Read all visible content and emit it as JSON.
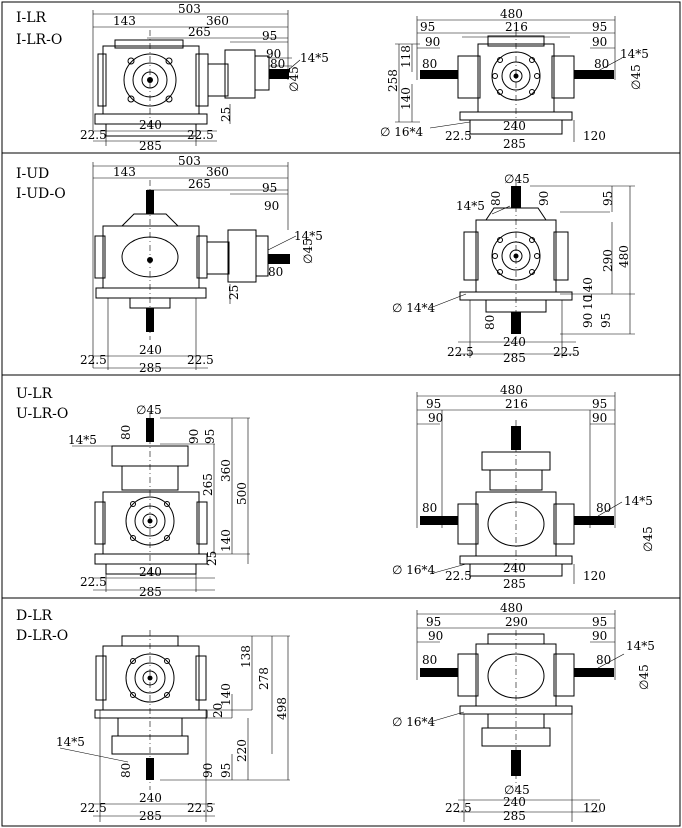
{
  "panels": [
    {
      "label1": "I-LR",
      "label2": "I-LR-O",
      "left": {
        "dims": [
          "503",
          "143",
          "360",
          "265",
          "95",
          "90",
          "80",
          "14*5",
          "∅45",
          "25",
          "240",
          "22.5",
          "22.5",
          "285"
        ]
      },
      "right": {
        "dims": [
          "480",
          "95",
          "216",
          "95",
          "90",
          "90",
          "118",
          "258",
          "140",
          "80",
          "80",
          "14*5",
          "∅45",
          "∅ 16*4",
          "240",
          "22.5",
          "285",
          "120"
        ]
      }
    },
    {
      "label1": "I-UD",
      "label2": "I-UD-O",
      "left": {
        "dims": [
          "503",
          "143",
          "360",
          "265",
          "95",
          "90",
          "14*5",
          "∅45",
          "80",
          "25",
          "240",
          "22.5",
          "22.5",
          "285"
        ]
      },
      "right": {
        "dims": [
          "∅45",
          "80",
          "90",
          "95",
          "14*5",
          "290",
          "480",
          "140",
          "10",
          "∅ 14*4",
          "80",
          "90",
          "95",
          "240",
          "22.5",
          "22.5",
          "285"
        ]
      }
    },
    {
      "label1": "U-LR",
      "label2": "U-LR-O",
      "left": {
        "dims": [
          "∅45",
          "14*5",
          "80",
          "90",
          "95",
          "265",
          "360",
          "500",
          "140",
          "25",
          "240",
          "22.5",
          "285"
        ]
      },
      "right": {
        "dims": [
          "480",
          "95",
          "216",
          "95",
          "90",
          "90",
          "80",
          "80",
          "14*5",
          "∅45",
          "∅ 16*4",
          "240",
          "22.5",
          "285",
          "120"
        ]
      }
    },
    {
      "label1": "D-LR",
      "label2": "D-LR-O",
      "left": {
        "dims": [
          "138",
          "278",
          "140",
          "20",
          "498",
          "220",
          "14*5",
          "80",
          "90",
          "95",
          "240",
          "22.5",
          "22.5",
          "285"
        ]
      },
      "right": {
        "dims": [
          "480",
          "95",
          "290",
          "95",
          "90",
          "90",
          "80",
          "80",
          "14*5",
          "∅45",
          "∅ 16*4",
          "∅45",
          "240",
          "22.5",
          "285",
          "120"
        ]
      }
    }
  ]
}
